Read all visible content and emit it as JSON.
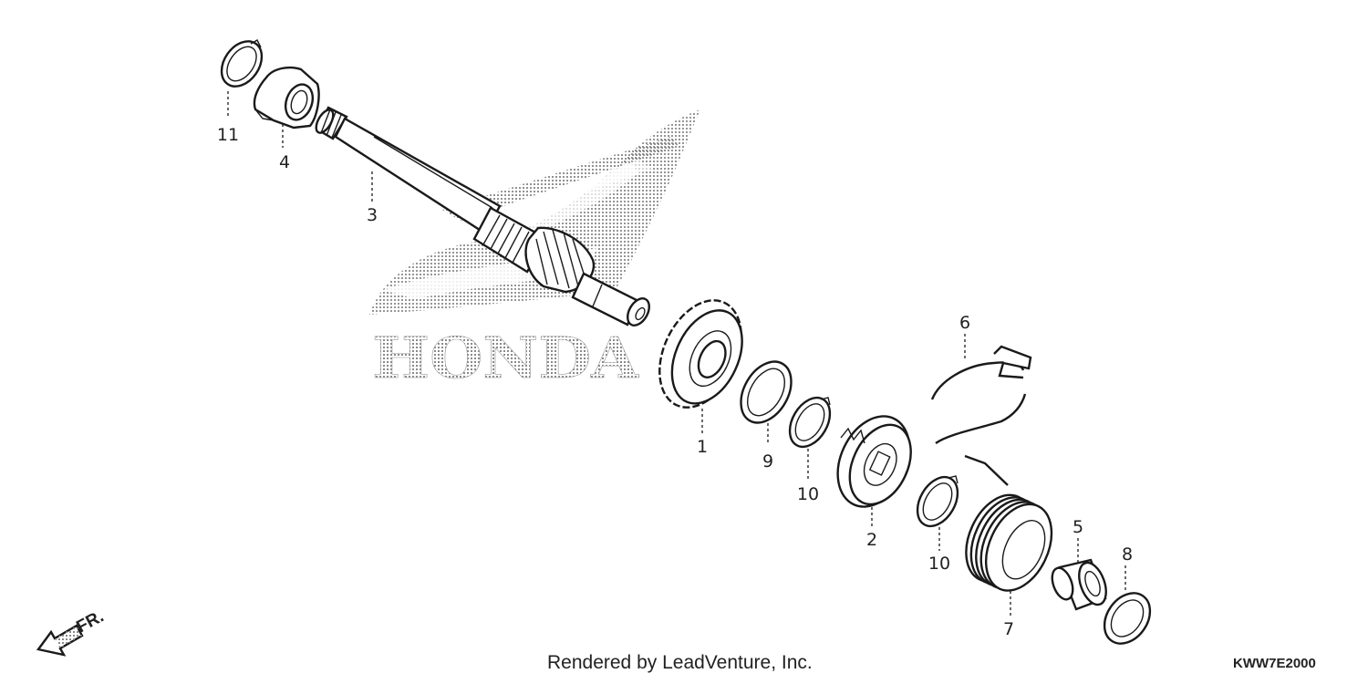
{
  "watermark": {
    "text": "HONDA",
    "color": "#c9c9c9"
  },
  "parts": [
    {
      "label": "1"
    },
    {
      "label": "2"
    },
    {
      "label": "3"
    },
    {
      "label": "4"
    },
    {
      "label": "5"
    },
    {
      "label": "6"
    },
    {
      "label": "7"
    },
    {
      "label": "8"
    },
    {
      "label": "9"
    },
    {
      "label": "10"
    },
    {
      "label": "10"
    },
    {
      "label": "11"
    }
  ],
  "direction_indicator": {
    "label": "FR.",
    "icon": "arrow-down-left-icon"
  },
  "footer": {
    "credit": "Rendered by LeadVenture, Inc.",
    "diagram_code": "KWW7E2000"
  },
  "colors": {
    "line": "#1a1a1a",
    "background": "#ffffff"
  }
}
